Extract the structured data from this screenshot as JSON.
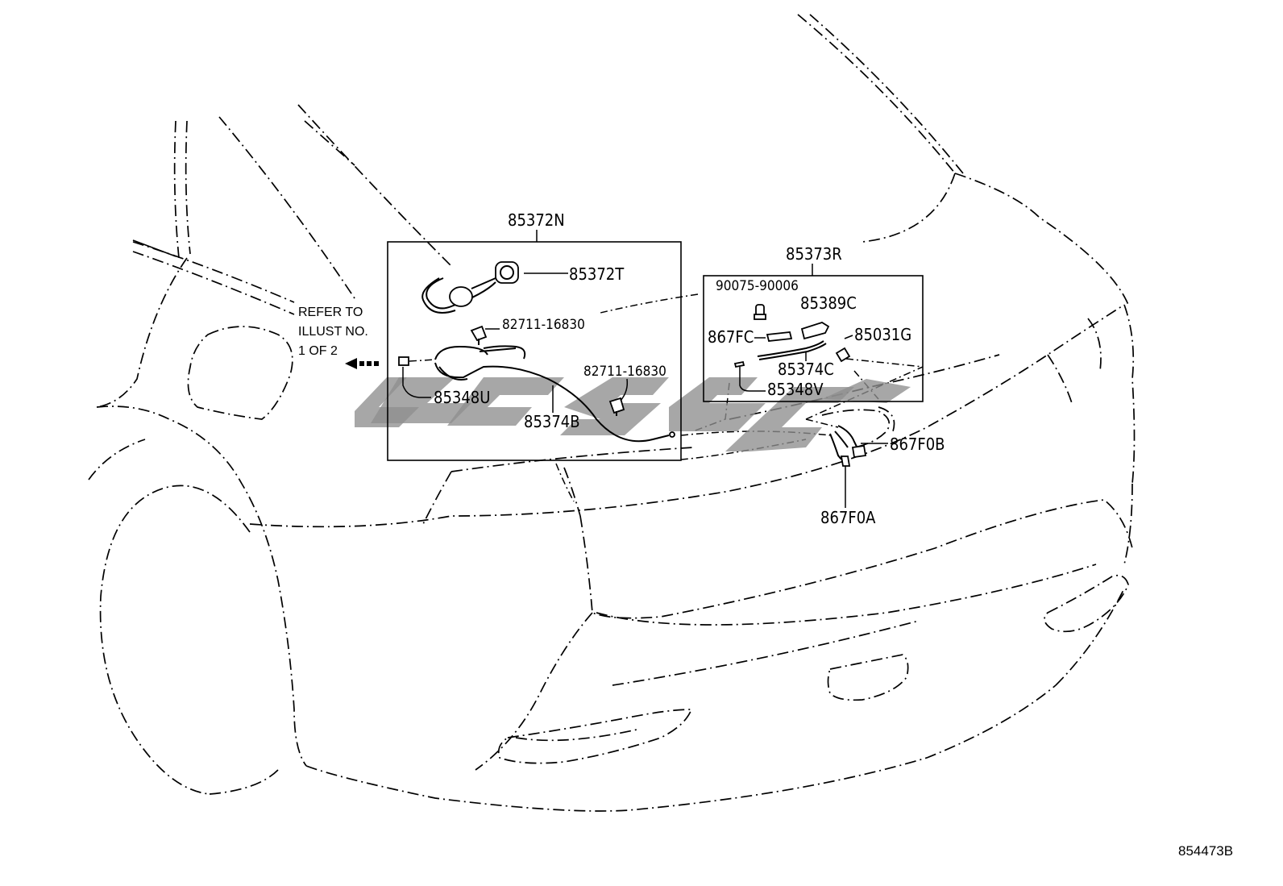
{
  "diagram": {
    "refer_note": [
      "REFER TO",
      "ILLUST NO.",
      "1 OF 2"
    ],
    "labels": {
      "p85372N": "85372N",
      "p85372T": "85372T",
      "p82711a": "82711-16830",
      "p82711b": "82711-16830",
      "p85348U": "85348U",
      "p85374B": "85374B",
      "p85373R": "85373R",
      "p90075": "90075-90006",
      "p85389C": "85389C",
      "p867FC": "867FC",
      "p85031G": "85031G",
      "p85374C": "85374C",
      "p85348V": "85348V",
      "p867F0B": "867F0B",
      "p867F0A": "867F0A"
    },
    "figure_code": "854473B"
  }
}
